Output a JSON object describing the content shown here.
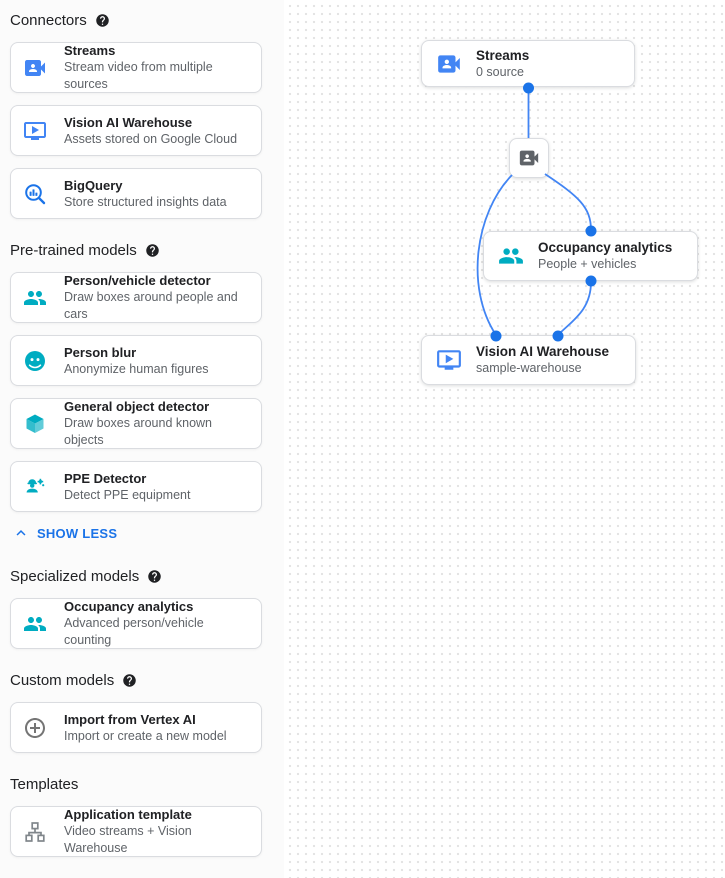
{
  "colors": {
    "link_blue": "#1a73e8",
    "icon_blue": "#4285f4",
    "icon_teal": "#00acc1",
    "icon_gray": "#757575",
    "edge_blue": "#4285f4",
    "dot_blue": "#1a73e8",
    "title_dark": "#202124",
    "subtitle_gray": "#5f6368",
    "card_border": "#dadce0"
  },
  "sidebar": {
    "sections": [
      {
        "header": "Connectors",
        "has_help": true,
        "cards": [
          {
            "icon": "video-camera-front-icon",
            "title": "Streams",
            "desc": "Stream video from multiple sources"
          },
          {
            "icon": "smart-display-icon",
            "title": "Vision AI Warehouse",
            "desc": "Assets stored on Google Cloud"
          },
          {
            "icon": "bigquery-search-icon",
            "title": "BigQuery",
            "desc": "Store structured insights data"
          }
        ]
      },
      {
        "header": "Pre-trained models",
        "has_help": true,
        "cards": [
          {
            "icon": "people-icon",
            "title": "Person/vehicle detector",
            "desc": "Draw boxes around people and cars"
          },
          {
            "icon": "face-blur-icon",
            "title": "Person blur",
            "desc": "Anonymize human figures"
          },
          {
            "icon": "cube-icon",
            "title": "General object detector",
            "desc": "Draw boxes around known objects"
          },
          {
            "icon": "ppe-person-icon",
            "title": "PPE Detector",
            "desc": "Detect PPE equipment"
          }
        ],
        "footer_link": {
          "label": "SHOW LESS",
          "icon": "chevron-up-icon"
        }
      },
      {
        "header": "Specialized models",
        "has_help": true,
        "cards": [
          {
            "icon": "people-icon",
            "title": "Occupancy analytics",
            "desc": "Advanced person/vehicle counting"
          }
        ]
      },
      {
        "header": "Custom models",
        "has_help": true,
        "cards": [
          {
            "icon": "add-circle-icon",
            "title": "Import from Vertex AI",
            "desc": "Import or create a new model"
          }
        ]
      },
      {
        "header": "Templates",
        "has_help": false,
        "cards": [
          {
            "icon": "schema-icon",
            "title": "Application template",
            "desc": "Video streams + Vision Warehouse"
          }
        ]
      }
    ]
  },
  "canvas": {
    "nodes": [
      {
        "id": "streams-node",
        "icon": "video-camera-front-icon",
        "title": "Streams",
        "subtitle": "0 source"
      },
      {
        "id": "stream-source-mini-node",
        "icon": "video-camera-front-icon"
      },
      {
        "id": "occupancy-node",
        "icon": "people-icon",
        "title": "Occupancy analytics",
        "subtitle": "People + vehicles"
      },
      {
        "id": "warehouse-node",
        "icon": "smart-display-icon",
        "title": "Vision AI Warehouse",
        "subtitle": "sample-warehouse"
      }
    ]
  }
}
